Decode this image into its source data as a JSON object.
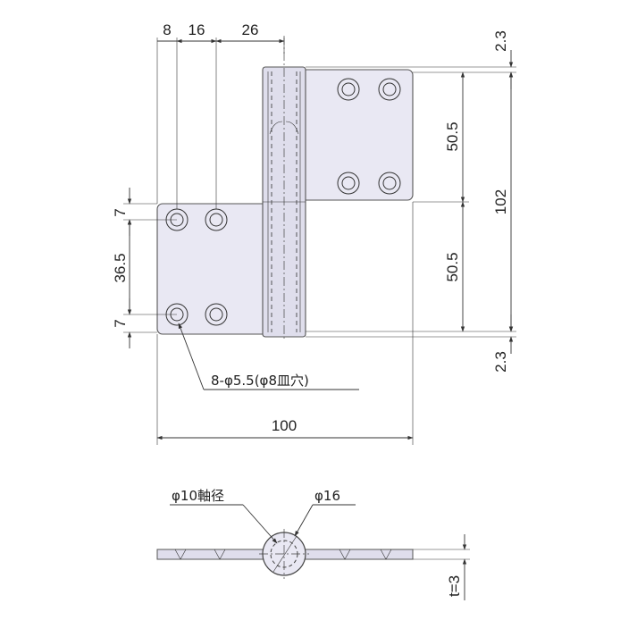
{
  "front_view": {
    "top_dims": {
      "d1": "8",
      "d2": "16",
      "d3": "26"
    },
    "right_dims": {
      "upper_gap": "2.3",
      "upper_half": "50.5",
      "total": "102",
      "lower_half": "50.5",
      "lower_gap": "2.3"
    },
    "left_dims": {
      "top_offset": "7",
      "pitch": "36.5",
      "bottom_offset": "7"
    },
    "hole_callout": "8-φ5.5(φ8皿穴)",
    "width_dim": "100"
  },
  "side_view": {
    "shaft_callout": "φ10軸径",
    "knuckle_callout": "φ16",
    "thickness": "t=3"
  }
}
